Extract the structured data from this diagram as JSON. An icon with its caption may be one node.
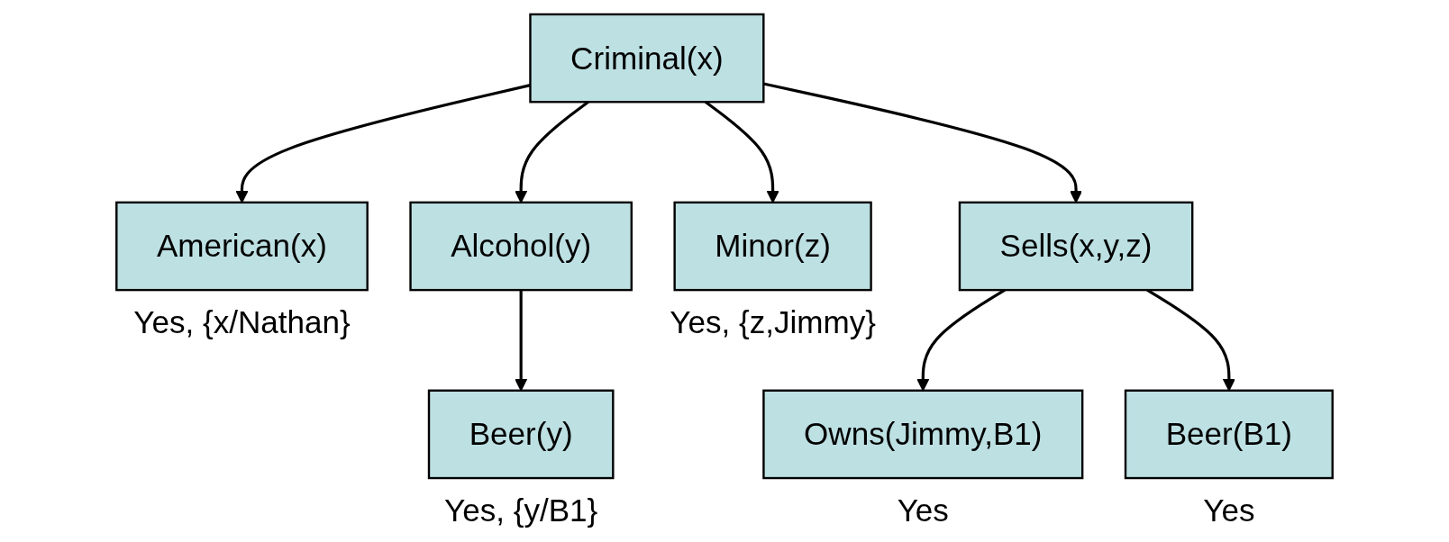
{
  "diagram": {
    "nodes": [
      {
        "text": [
          "Criminal(x)"
        ]
      },
      {
        "text": [
          "American(x)"
        ],
        "beside": [
          "Yes, {x/Nathan}"
        ]
      },
      {
        "text": [
          "Alcohol(y)"
        ]
      },
      {
        "text": [
          "Minor(z)"
        ],
        "beside": [
          "Yes, {z,Jimmy}"
        ]
      },
      {
        "text": [
          "Sells(x,y,z)"
        ]
      },
      {
        "text": [
          "Beer(y)"
        ],
        "beside": [
          "Yes, {y/B1}"
        ]
      },
      {
        "text": [
          "Owns(Jimmy,B1)"
        ],
        "beside": [
          "Yes"
        ]
      },
      {
        "text": [
          "Beer(B1)"
        ],
        "beside": [
          "Yes"
        ]
      }
    ],
    "edges": [
      {
        "from": 0,
        "to": 1,
        "arrow": "to"
      },
      {
        "from": 0,
        "to": 2,
        "arrow": "to"
      },
      {
        "from": 0,
        "to": 3,
        "arrow": "to"
      },
      {
        "from": 0,
        "to": 4,
        "arrow": "to"
      },
      {
        "from": 2,
        "to": 5,
        "arrow": "to"
      },
      {
        "from": 4,
        "to": 6,
        "arrow": "to"
      },
      {
        "from": 4,
        "to": 7,
        "arrow": "to"
      }
    ]
  }
}
